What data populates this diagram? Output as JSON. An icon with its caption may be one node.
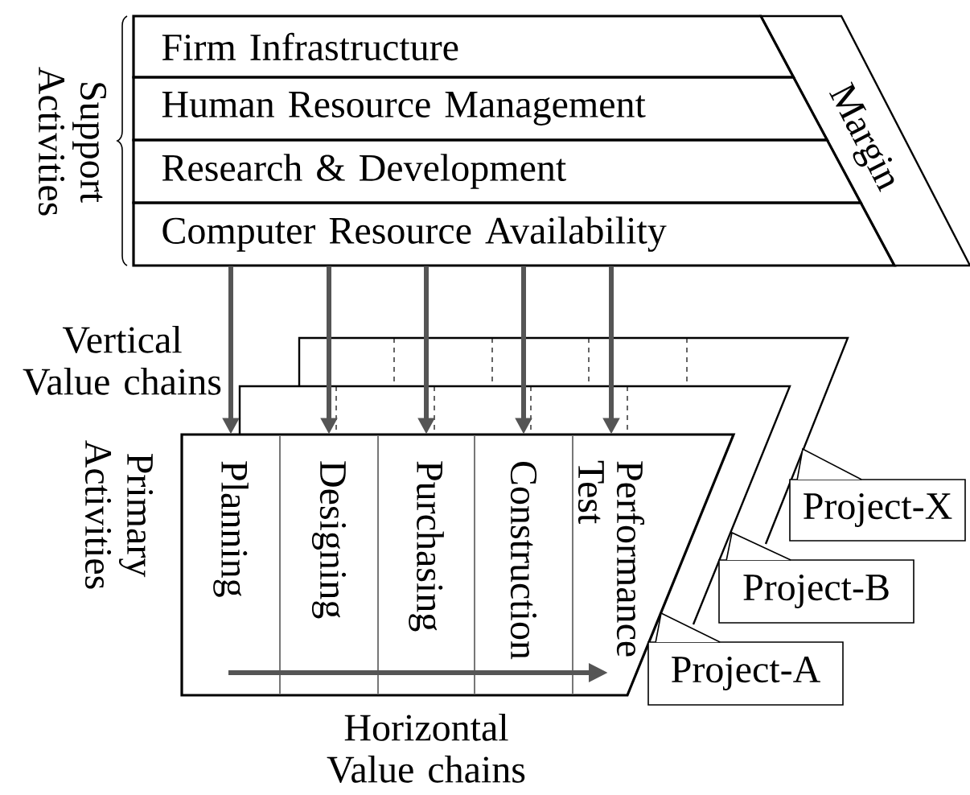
{
  "diagram": {
    "nodes": [
      {
        "text": [
          "Firm Infrastructure"
        ]
      },
      {
        "text": [
          "Human Resource Management"
        ]
      },
      {
        "text": [
          "Research & Development"
        ]
      },
      {
        "text": [
          "Computer Resource Availability"
        ]
      },
      {
        "text": [
          "Margin"
        ]
      },
      {
        "text": [
          "Planning"
        ]
      },
      {
        "text": [
          "Designing"
        ]
      },
      {
        "text": [
          "Purchasing"
        ]
      },
      {
        "text": [
          "Construction"
        ]
      },
      {
        "text": [
          "Performance Test"
        ]
      },
      {
        "text": [
          "Project-A"
        ]
      },
      {
        "text": [
          "Project-B"
        ]
      },
      {
        "text": [
          "Project-X"
        ]
      }
    ],
    "edges": [
      {
        "from": 3,
        "to": 5,
        "arrow": "to"
      },
      {
        "from": 3,
        "to": 6,
        "arrow": "to"
      },
      {
        "from": 3,
        "to": 7,
        "arrow": "to"
      },
      {
        "from": 3,
        "to": 8,
        "arrow": "to"
      },
      {
        "from": 3,
        "to": 9,
        "arrow": "to"
      }
    ],
    "labels": [
      "Support Activities",
      "Vertical Value chains",
      "Primary Activities",
      "Horizontal Value chains"
    ]
  }
}
